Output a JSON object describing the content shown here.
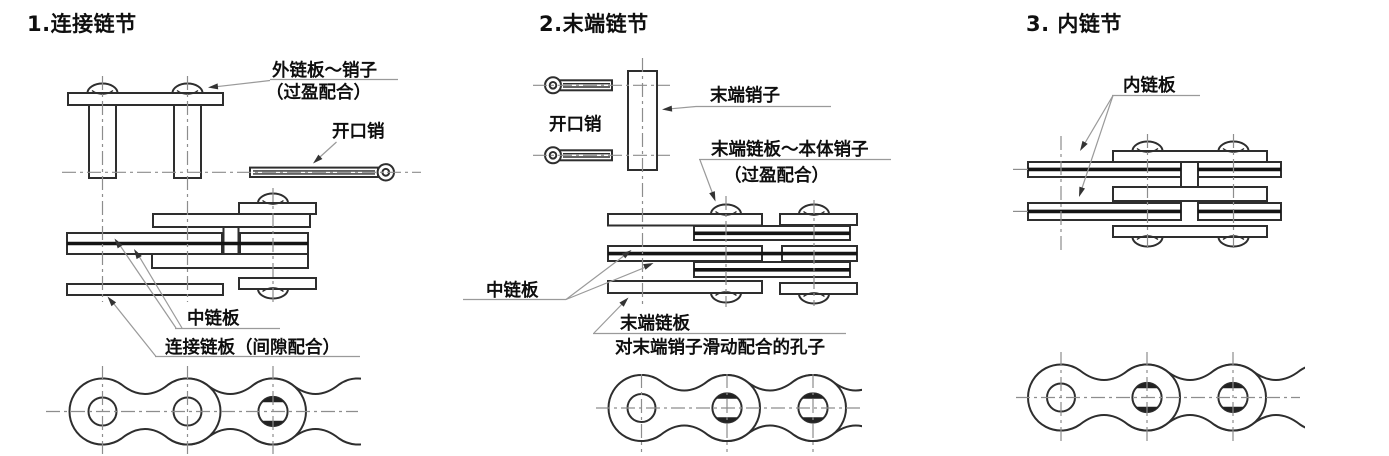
{
  "panels": [
    {
      "title": "1.连接链节",
      "labels": {
        "outer_plate_pin": "外链板～销子",
        "outer_plate_pin_note": "（过盈配合）",
        "cotter_pin": "开口销",
        "middle_plate": "中链板",
        "connecting_plate": "连接链板（间隙配合）"
      }
    },
    {
      "title": "2.末端链节",
      "labels": {
        "end_pin": "末端销子",
        "cotter_pin": "开口销",
        "end_plate_body_pin": "末端链板～本体销子",
        "end_plate_body_pin_note": "（过盈配合）",
        "middle_plate": "中链板",
        "end_plate": "末端链板",
        "end_plate_hole_note": "对末端销子滑动配合的孔子"
      }
    },
    {
      "title": "3. 内链节",
      "labels": {
        "inner_plate": "内链板"
      }
    }
  ],
  "colors": {
    "line": "#2e2e2e",
    "seam": "#141414",
    "centerline": "#8d8d8d",
    "leader": "#9a9a9a",
    "text": "#0f0f0f",
    "background": "#ffffff"
  }
}
